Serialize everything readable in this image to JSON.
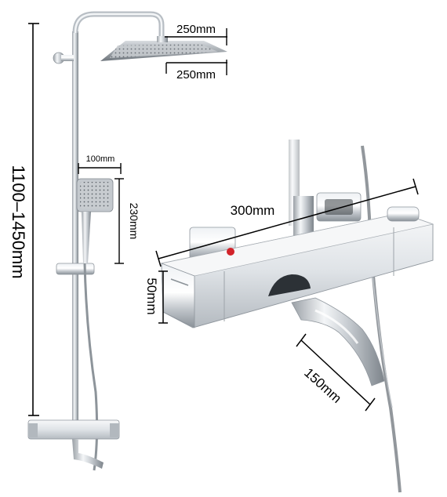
{
  "dimensions": {
    "overall_height": "1100–1450mm",
    "head_width": "250mm",
    "head_depth": "250mm",
    "handheld_width": "100mm",
    "handheld_length": "230mm",
    "mixer_length": "300mm",
    "mixer_height": "50mm",
    "spout_length": "150mm"
  }
}
